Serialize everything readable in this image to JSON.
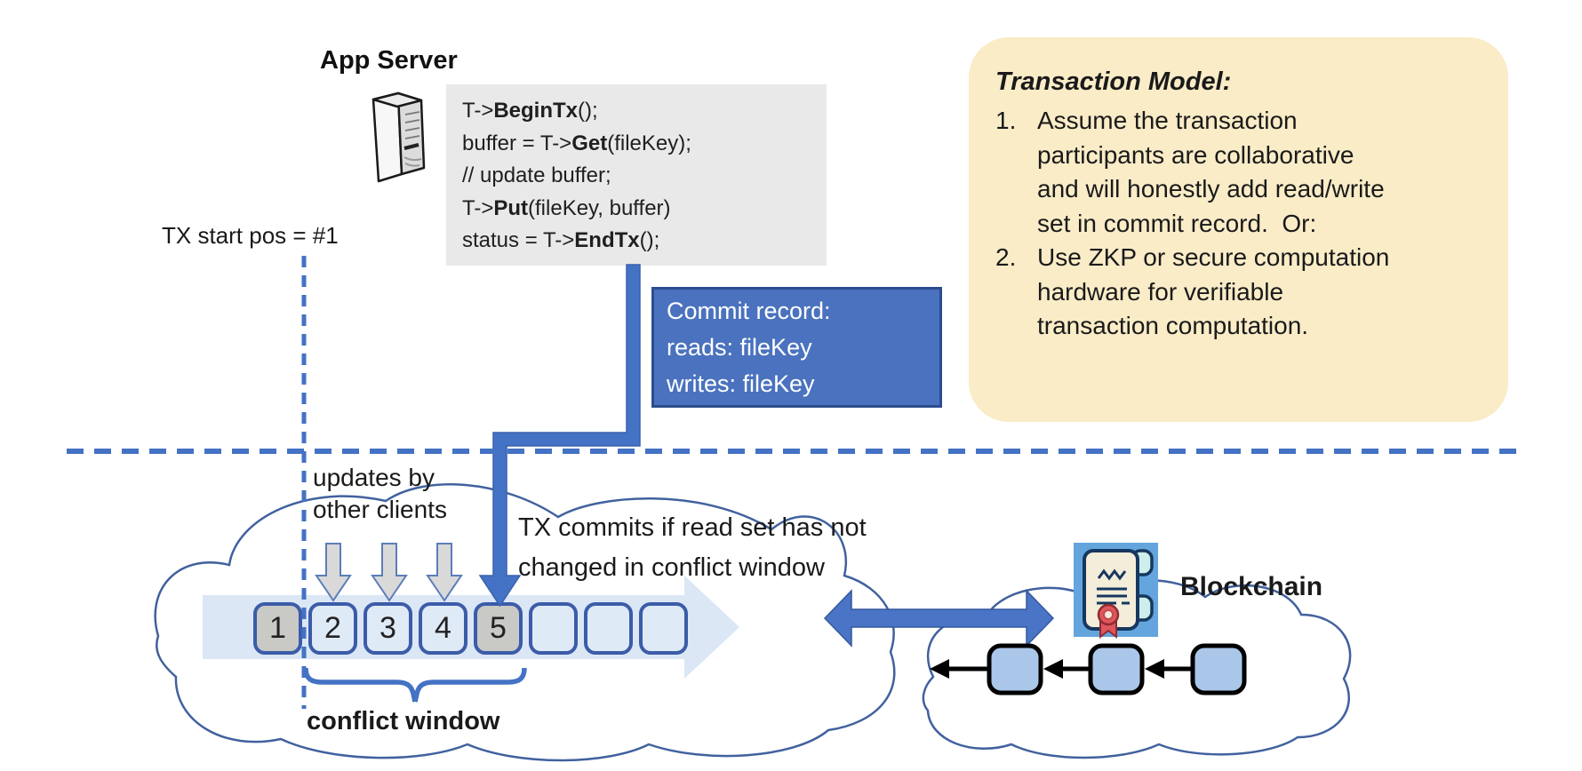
{
  "colors": {
    "accent_blue": "#4472C4",
    "commit_box_bg": "#4A72BE",
    "commit_box_border": "#2C4D8E",
    "model_box_bg": "#F9ECC7",
    "code_bg": "#E9E9E9",
    "timeline_band": "#DBE7F5",
    "box_border": "#3B5CA8",
    "box_filled": "#C9C9C6",
    "box_empty": "#DFEAF7",
    "cloud_stroke": "#41619E",
    "gray_arrow": "#D9D9D9",
    "cert_bg": "#64A5DE",
    "block_fill": "#AAC7EA"
  },
  "icons": {
    "server_icon": "3d-server-tower",
    "certificate_icon": "smart-contract-scroll-with-seal",
    "down_arrow_icon": "gray-update-arrow",
    "elbow_arrow_icon": "commit-flow-arrow",
    "double_arrow_icon": "sync-double-headed-arrow",
    "cloud_icon": "network-cloud"
  },
  "header": {
    "app_server_title": "App Server"
  },
  "code_block": {
    "lines": [
      {
        "pre": "T->",
        "bold": "BeginTx",
        "post": "();"
      },
      {
        "pre": "buffer = T->",
        "bold": "Get",
        "post": "(fileKey);"
      },
      {
        "pre": "// update buffer;",
        "bold": "",
        "post": ""
      },
      {
        "pre": "T->",
        "bold": "Put",
        "post": "(fileKey, buffer)"
      },
      {
        "pre": "status = T->",
        "bold": "EndTx",
        "post": "();"
      }
    ]
  },
  "commit_record": {
    "lines": [
      "Commit record:",
      "reads: fileKey",
      "writes: fileKey"
    ]
  },
  "transaction_model": {
    "title": "Transaction Model:",
    "items": [
      {
        "num": "1.",
        "lines": [
          "Assume the transaction",
          "participants are collaborative",
          "and will honestly add read/write",
          "set in commit record.  Or:"
        ]
      },
      {
        "num": "2.",
        "lines": [
          "Use ZKP or secure computation",
          "hardware for verifiable",
          "transaction computation."
        ]
      }
    ]
  },
  "labels": {
    "tx_start": "TX start pos = #1",
    "updates_line1": "updates by",
    "updates_line2": "other clients",
    "commits_line1": "TX commits if read set has not",
    "commits_line2": "changed in conflict window",
    "conflict_window": "conflict window",
    "blockchain": "Blockchain"
  },
  "timeline": {
    "boxes": [
      {
        "label": "1",
        "state": "filled"
      },
      {
        "label": "2",
        "state": "empty"
      },
      {
        "label": "3",
        "state": "empty"
      },
      {
        "label": "4",
        "state": "empty"
      },
      {
        "label": "5",
        "state": "filled"
      },
      {
        "label": "",
        "state": "empty"
      },
      {
        "label": "",
        "state": "empty"
      },
      {
        "label": "",
        "state": "empty"
      }
    ]
  }
}
